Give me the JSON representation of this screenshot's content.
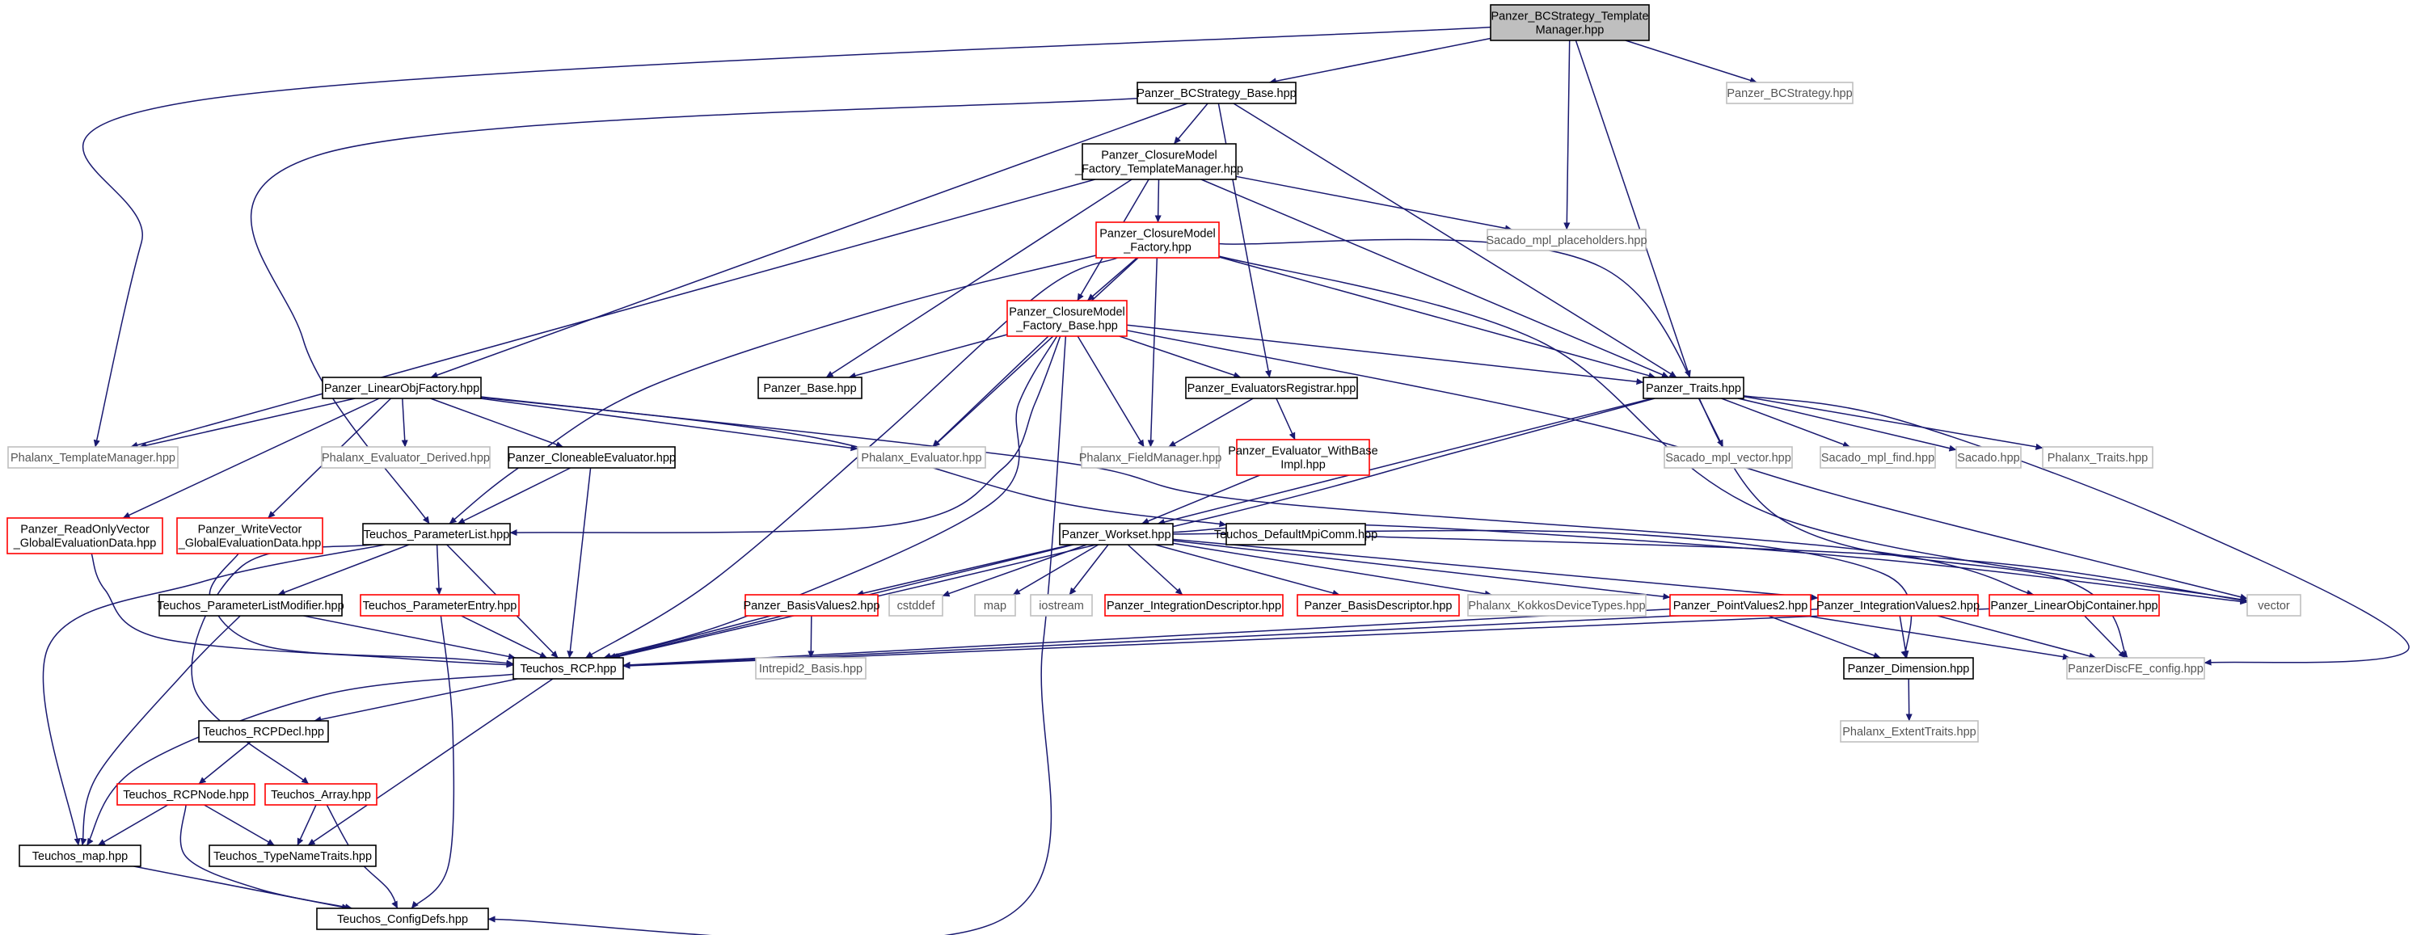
{
  "colors": {
    "edge": "#191970",
    "root_fill": "#bfbfbf",
    "border_normal": "#000000",
    "border_red": "#ff0000",
    "border_gray": "#bfbfbf"
  },
  "nodes": [
    {
      "id": "root",
      "lines": [
        "Panzer_BCStrategy_Template",
        "Manager.hpp"
      ],
      "style": "root"
    },
    {
      "id": "bcbase",
      "lines": [
        "Panzer_BCStrategy_Base.hpp"
      ],
      "style": "normal"
    },
    {
      "id": "bcstrat",
      "lines": [
        "Panzer_BCStrategy.hpp"
      ],
      "style": "gray"
    },
    {
      "id": "cmftm",
      "lines": [
        "Panzer_ClosureModel",
        "_Factory_TemplateManager.hpp"
      ],
      "style": "normal"
    },
    {
      "id": "sacado_ph",
      "lines": [
        "Sacado_mpl_placeholders.hpp"
      ],
      "style": "gray"
    },
    {
      "id": "cmf",
      "lines": [
        "Panzer_ClosureModel",
        "_Factory.hpp"
      ],
      "style": "red"
    },
    {
      "id": "cmfb",
      "lines": [
        "Panzer_ClosureModel",
        "_Factory_Base.hpp"
      ],
      "style": "red"
    },
    {
      "id": "linobjfac",
      "lines": [
        "Panzer_LinearObjFactory.hpp"
      ],
      "style": "normal"
    },
    {
      "id": "pbase",
      "lines": [
        "Panzer_Base.hpp"
      ],
      "style": "normal"
    },
    {
      "id": "evreg",
      "lines": [
        "Panzer_EvaluatorsRegistrar.hpp"
      ],
      "style": "normal"
    },
    {
      "id": "traits",
      "lines": [
        "Panzer_Traits.hpp"
      ],
      "style": "normal"
    },
    {
      "id": "phx_tm",
      "lines": [
        "Phalanx_TemplateManager.hpp"
      ],
      "style": "gray"
    },
    {
      "id": "phx_ed",
      "lines": [
        "Phalanx_Evaluator_Derived.hpp"
      ],
      "style": "gray"
    },
    {
      "id": "cloneev",
      "lines": [
        "Panzer_CloneableEvaluator.hpp"
      ],
      "style": "normal"
    },
    {
      "id": "phx_ev",
      "lines": [
        "Phalanx_Evaluator.hpp"
      ],
      "style": "gray"
    },
    {
      "id": "phx_fm",
      "lines": [
        "Phalanx_FieldManager.hpp"
      ],
      "style": "gray"
    },
    {
      "id": "evwbi",
      "lines": [
        "Panzer_Evaluator_WithBase",
        "Impl.hpp"
      ],
      "style": "red"
    },
    {
      "id": "sac_vec",
      "lines": [
        "Sacado_mpl_vector.hpp"
      ],
      "style": "gray"
    },
    {
      "id": "sac_find",
      "lines": [
        "Sacado_mpl_find.hpp"
      ],
      "style": "gray"
    },
    {
      "id": "sacado",
      "lines": [
        "Sacado.hpp"
      ],
      "style": "gray"
    },
    {
      "id": "phx_tr",
      "lines": [
        "Phalanx_Traits.hpp"
      ],
      "style": "gray"
    },
    {
      "id": "rovec",
      "lines": [
        "Panzer_ReadOnlyVector",
        "_GlobalEvaluationData.hpp"
      ],
      "style": "red"
    },
    {
      "id": "wvec",
      "lines": [
        "Panzer_WriteVector",
        "_GlobalEvaluationData.hpp"
      ],
      "style": "red"
    },
    {
      "id": "plist",
      "lines": [
        "Teuchos_ParameterList.hpp"
      ],
      "style": "normal"
    },
    {
      "id": "mpicomm",
      "lines": [
        "Teuchos_DefaultMpiComm.hpp"
      ],
      "style": "normal"
    },
    {
      "id": "workset",
      "lines": [
        "Panzer_Workset.hpp"
      ],
      "style": "normal"
    },
    {
      "id": "plmod",
      "lines": [
        "Teuchos_ParameterListModifier.hpp"
      ],
      "style": "normal"
    },
    {
      "id": "pentry",
      "lines": [
        "Teuchos_ParameterEntry.hpp"
      ],
      "style": "red"
    },
    {
      "id": "basisv2",
      "lines": [
        "Panzer_BasisValues2.hpp"
      ],
      "style": "red"
    },
    {
      "id": "cstddef",
      "lines": [
        "cstddef"
      ],
      "style": "gray"
    },
    {
      "id": "map",
      "lines": [
        "map"
      ],
      "style": "gray"
    },
    {
      "id": "iostream",
      "lines": [
        "iostream"
      ],
      "style": "gray"
    },
    {
      "id": "intdesc",
      "lines": [
        "Panzer_IntegrationDescriptor.hpp"
      ],
      "style": "red"
    },
    {
      "id": "basisdesc",
      "lines": [
        "Panzer_BasisDescriptor.hpp"
      ],
      "style": "red"
    },
    {
      "id": "kokkosdt",
      "lines": [
        "Phalanx_KokkosDeviceTypes.hpp"
      ],
      "style": "gray"
    },
    {
      "id": "pointv2",
      "lines": [
        "Panzer_PointValues2.hpp"
      ],
      "style": "red"
    },
    {
      "id": "intv2",
      "lines": [
        "Panzer_IntegrationValues2.hpp"
      ],
      "style": "red"
    },
    {
      "id": "linobjcont",
      "lines": [
        "Panzer_LinearObjContainer.hpp"
      ],
      "style": "red"
    },
    {
      "id": "vector",
      "lines": [
        "vector"
      ],
      "style": "gray"
    },
    {
      "id": "rcp",
      "lines": [
        "Teuchos_RCP.hpp"
      ],
      "style": "normal"
    },
    {
      "id": "intrepid",
      "lines": [
        "Intrepid2_Basis.hpp"
      ],
      "style": "gray"
    },
    {
      "id": "dimension",
      "lines": [
        "Panzer_Dimension.hpp"
      ],
      "style": "normal"
    },
    {
      "id": "discfe",
      "lines": [
        "PanzerDiscFE_config.hpp"
      ],
      "style": "gray"
    },
    {
      "id": "rcpdecl",
      "lines": [
        "Teuchos_RCPDecl.hpp"
      ],
      "style": "normal"
    },
    {
      "id": "phx_et",
      "lines": [
        "Phalanx_ExtentTraits.hpp"
      ],
      "style": "gray"
    },
    {
      "id": "rcpnode",
      "lines": [
        "Teuchos_RCPNode.hpp"
      ],
      "style": "red"
    },
    {
      "id": "tarray",
      "lines": [
        "Teuchos_Array.hpp"
      ],
      "style": "red"
    },
    {
      "id": "tmap",
      "lines": [
        "Teuchos_map.hpp"
      ],
      "style": "normal"
    },
    {
      "id": "tnt",
      "lines": [
        "Teuchos_TypeNameTraits.hpp"
      ],
      "style": "normal"
    },
    {
      "id": "cfgdefs",
      "lines": [
        "Teuchos_ConfigDefs.hpp"
      ],
      "style": "normal"
    }
  ],
  "edges": [
    [
      "root",
      "bcbase"
    ],
    [
      "root",
      "bcstrat"
    ],
    [
      "root",
      "sacado_ph"
    ],
    [
      "root",
      "traits"
    ],
    [
      "root",
      "phx_tm"
    ],
    [
      "bcbase",
      "cmftm"
    ],
    [
      "bcbase",
      "evreg"
    ],
    [
      "bcbase",
      "traits"
    ],
    [
      "bcbase",
      "linobjfac"
    ],
    [
      "bcbase",
      "plist"
    ],
    [
      "cmftm",
      "cmf"
    ],
    [
      "cmftm",
      "cmfb"
    ],
    [
      "cmftm",
      "sacado_ph"
    ],
    [
      "cmftm",
      "traits"
    ],
    [
      "cmftm",
      "phx_tm"
    ],
    [
      "cmftm",
      "pbase"
    ],
    [
      "cmf",
      "cmfb"
    ],
    [
      "cmf",
      "traits"
    ],
    [
      "cmf",
      "phx_fm"
    ],
    [
      "cmf",
      "phx_ev"
    ],
    [
      "cmf",
      "plist"
    ],
    [
      "cmf",
      "rcp"
    ],
    [
      "cmf",
      "vector"
    ],
    [
      "cmf",
      "discfe"
    ],
    [
      "cmfb",
      "pbase"
    ],
    [
      "cmfb",
      "evreg"
    ],
    [
      "cmfb",
      "phx_fm"
    ],
    [
      "cmfb",
      "phx_ev"
    ],
    [
      "cmfb",
      "traits"
    ],
    [
      "cmfb",
      "plist"
    ],
    [
      "cmfb",
      "rcp"
    ],
    [
      "cmfb",
      "cfgdefs"
    ],
    [
      "cmfb",
      "vector"
    ],
    [
      "linobjfac",
      "phx_tm"
    ],
    [
      "linobjfac",
      "phx_ed"
    ],
    [
      "linobjfac",
      "cloneev"
    ],
    [
      "linobjfac",
      "phx_ev"
    ],
    [
      "linobjfac",
      "rovec"
    ],
    [
      "linobjfac",
      "wvec"
    ],
    [
      "linobjfac",
      "mpicomm"
    ],
    [
      "linobjfac",
      "linobjcont"
    ],
    [
      "evreg",
      "phx_fm"
    ],
    [
      "evreg",
      "evwbi"
    ],
    [
      "traits",
      "sac_vec"
    ],
    [
      "traits",
      "sac_find"
    ],
    [
      "traits",
      "sacado"
    ],
    [
      "traits",
      "phx_tr"
    ],
    [
      "traits",
      "workset"
    ],
    [
      "traits",
      "discfe"
    ],
    [
      "traits",
      "rcp"
    ],
    [
      "evwbi",
      "workset"
    ],
    [
      "cloneev",
      "plist"
    ],
    [
      "cloneev",
      "rcp"
    ],
    [
      "rovec",
      "rcp"
    ],
    [
      "wvec",
      "rcp"
    ],
    [
      "plist",
      "plmod"
    ],
    [
      "plist",
      "pentry"
    ],
    [
      "plist",
      "rcp"
    ],
    [
      "plist",
      "tarray"
    ],
    [
      "plist",
      "tmap"
    ],
    [
      "mpicomm",
      "vector"
    ],
    [
      "workset",
      "basisv2"
    ],
    [
      "workset",
      "cstddef"
    ],
    [
      "workset",
      "map"
    ],
    [
      "workset",
      "iostream"
    ],
    [
      "workset",
      "intdesc"
    ],
    [
      "workset",
      "basisdesc"
    ],
    [
      "workset",
      "kokkosdt"
    ],
    [
      "workset",
      "pointv2"
    ],
    [
      "workset",
      "intv2"
    ],
    [
      "workset",
      "dimension"
    ],
    [
      "workset",
      "vector"
    ],
    [
      "workset",
      "rcp"
    ],
    [
      "plmod",
      "rcp"
    ],
    [
      "plmod",
      "tmap"
    ],
    [
      "pentry",
      "rcp"
    ],
    [
      "pentry",
      "cfgdefs"
    ],
    [
      "basisv2",
      "rcp"
    ],
    [
      "basisv2",
      "intrepid"
    ],
    [
      "pointv2",
      "dimension"
    ],
    [
      "pointv2",
      "discfe"
    ],
    [
      "pointv2",
      "rcp"
    ],
    [
      "intv2",
      "dimension"
    ],
    [
      "intv2",
      "discfe"
    ],
    [
      "intv2",
      "rcp"
    ],
    [
      "linobjcont",
      "rcp"
    ],
    [
      "linobjcont",
      "discfe"
    ],
    [
      "rcp",
      "rcpdecl"
    ],
    [
      "rcp",
      "tnt"
    ],
    [
      "rcp",
      "tmap"
    ],
    [
      "dimension",
      "phx_et"
    ],
    [
      "rcpdecl",
      "rcpnode"
    ],
    [
      "rcpnode",
      "tmap"
    ],
    [
      "rcpnode",
      "tnt"
    ],
    [
      "rcpnode",
      "cfgdefs"
    ],
    [
      "tarray",
      "tnt"
    ],
    [
      "tarray",
      "cfgdefs"
    ],
    [
      "tmap",
      "cfgdefs"
    ]
  ]
}
